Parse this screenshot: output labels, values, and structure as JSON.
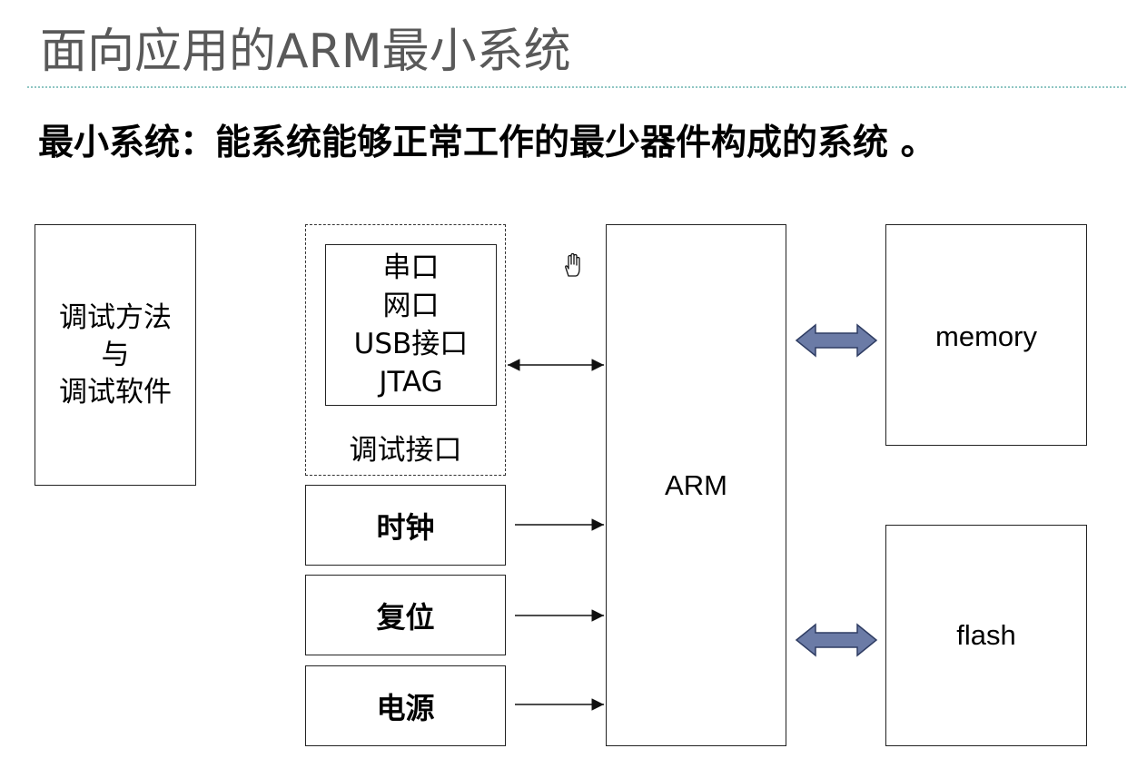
{
  "title": "面向应用的ARM最小系统",
  "definition": "最小系统：能系统能够正常工作的最少器件构成的系统 。",
  "diagram": {
    "debug_method": {
      "lines": [
        "调试方法",
        "与",
        "调试软件"
      ]
    },
    "debug_interface": {
      "items": [
        "串口",
        "网口",
        "USB接口",
        "JTAG"
      ],
      "label": "调试接口"
    },
    "clock": "时钟",
    "reset": "复位",
    "power": "电源",
    "arm": "ARM",
    "memory": "memory",
    "flash": "flash",
    "colors": {
      "bus_arrow_fill": "#6b7ba6",
      "bus_arrow_stroke": "#2f3d63",
      "title_rule": "#8fc6c3"
    }
  },
  "icons": {
    "cursor": "hand-cursor-icon"
  }
}
